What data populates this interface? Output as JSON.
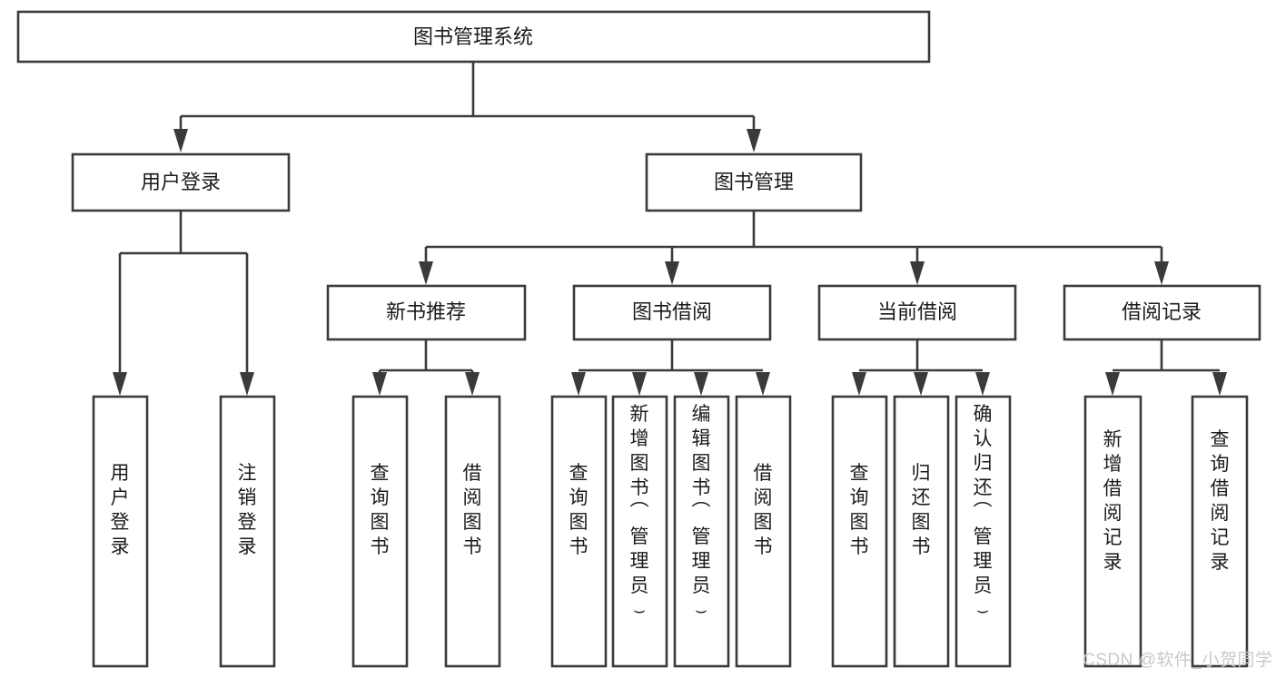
{
  "diagram": {
    "type": "tree-hierarchy-chart",
    "title": "图书管理系统",
    "root": {
      "id": "root",
      "label": "图书管理系统"
    },
    "level2": [
      {
        "id": "user-login",
        "label": "用户登录"
      },
      {
        "id": "book-manage",
        "label": "图书管理"
      }
    ],
    "level3": [
      {
        "id": "new-book-recommend",
        "label": "新书推荐",
        "parent": "book-manage"
      },
      {
        "id": "book-borrow",
        "label": "图书借阅",
        "parent": "book-manage"
      },
      {
        "id": "current-borrow",
        "label": "当前借阅",
        "parent": "book-manage"
      },
      {
        "id": "borrow-record",
        "label": "借阅记录",
        "parent": "book-manage"
      }
    ],
    "leaves": [
      {
        "id": "leaf-user-login",
        "label": "用户登录",
        "parent": "user-login"
      },
      {
        "id": "leaf-logout-login",
        "label": "注销登录",
        "parent": "user-login"
      },
      {
        "id": "leaf-query-book-1",
        "label": "查询图书",
        "parent": "new-book-recommend"
      },
      {
        "id": "leaf-borrow-book-1",
        "label": "借阅图书",
        "parent": "new-book-recommend"
      },
      {
        "id": "leaf-query-book-2",
        "label": "查询图书",
        "parent": "book-borrow"
      },
      {
        "id": "leaf-add-book",
        "label": "新增图书（管理员）",
        "parent": "book-borrow"
      },
      {
        "id": "leaf-edit-book",
        "label": "编辑图书（管理员）",
        "parent": "book-borrow"
      },
      {
        "id": "leaf-borrow-book-2",
        "label": "借阅图书",
        "parent": "book-borrow"
      },
      {
        "id": "leaf-query-book-3",
        "label": "查询图书",
        "parent": "current-borrow"
      },
      {
        "id": "leaf-return-book",
        "label": "归还图书",
        "parent": "current-borrow"
      },
      {
        "id": "leaf-confirm-return",
        "label": "确认归还（管理员）",
        "parent": "current-borrow"
      },
      {
        "id": "leaf-add-record",
        "label": "新增借阅记录",
        "parent": "borrow-record"
      },
      {
        "id": "leaf-query-record",
        "label": "查询借阅记录",
        "parent": "borrow-record"
      }
    ],
    "colors": {
      "box_stroke": "#3a3a3a",
      "box_fill": "#ffffff",
      "text": "#1b1b1b",
      "connector": "#3a3a3a",
      "background": "#ffffff",
      "watermark": "#c9c9c9"
    }
  },
  "watermark": {
    "text": "CSDN @软件_小贺同学"
  }
}
